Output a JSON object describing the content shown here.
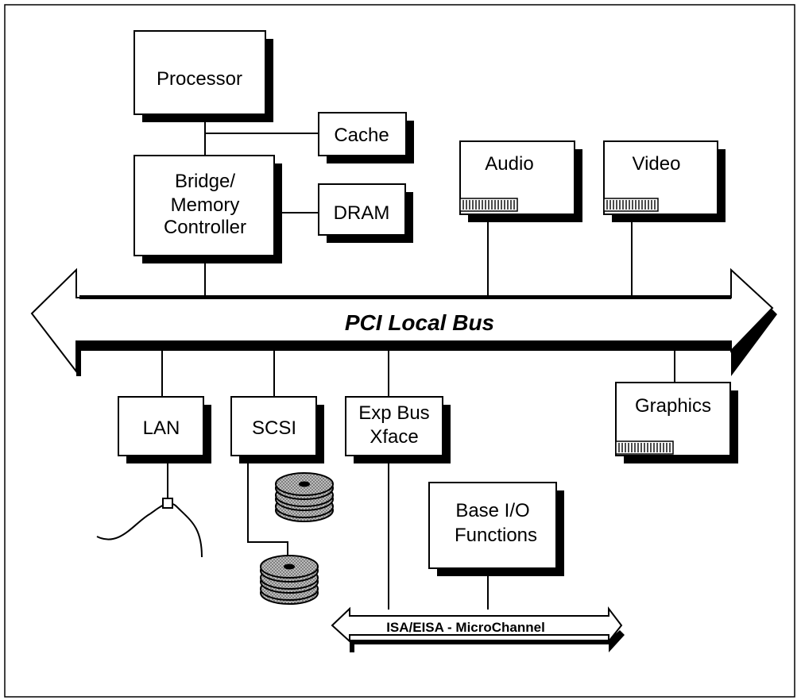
{
  "diagram": {
    "components": {
      "processor": "Processor",
      "cache": "Cache",
      "bridge_lines": [
        "Bridge/",
        "Memory",
        "Controller"
      ],
      "dram": "DRAM",
      "audio": "Audio",
      "video": "Video",
      "lan": "LAN",
      "scsi": "SCSI",
      "exp_bus_lines": [
        "Exp Bus",
        "Xface"
      ],
      "graphics": "Graphics",
      "base_io_lines": [
        "Base I/O",
        "Functions"
      ]
    },
    "buses": {
      "pci": "PCI Local Bus",
      "isa": "ISA/EISA - MicroChannel"
    }
  }
}
